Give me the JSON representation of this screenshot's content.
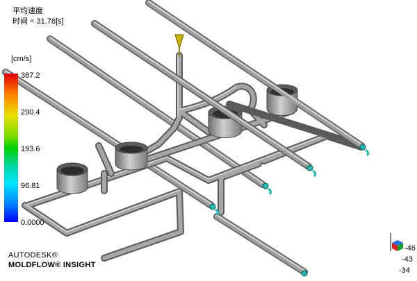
{
  "header": {
    "title": "平均速度",
    "time": "时间 = 31.78[s]"
  },
  "legend": {
    "unit": "[cm/s]",
    "ticks": [
      "387.2",
      "290.4",
      "193.6",
      "96.81",
      "0.0000"
    ],
    "colors": {
      "max": "#e00000",
      "mid_high": "#e8e000",
      "mid": "#00d000",
      "mid_low": "#00e6ff",
      "min": "#0000ff"
    }
  },
  "brand": {
    "company": "AUTODESK®",
    "product": "MOLDFLOW® INSIGHT"
  },
  "axis_readout": [
    "-46",
    "-43",
    "-34"
  ],
  "model": {
    "part_color": "#a8a8a8",
    "inlet_color": "#1fb8b0",
    "injection_marker_color": "#c8b400"
  }
}
